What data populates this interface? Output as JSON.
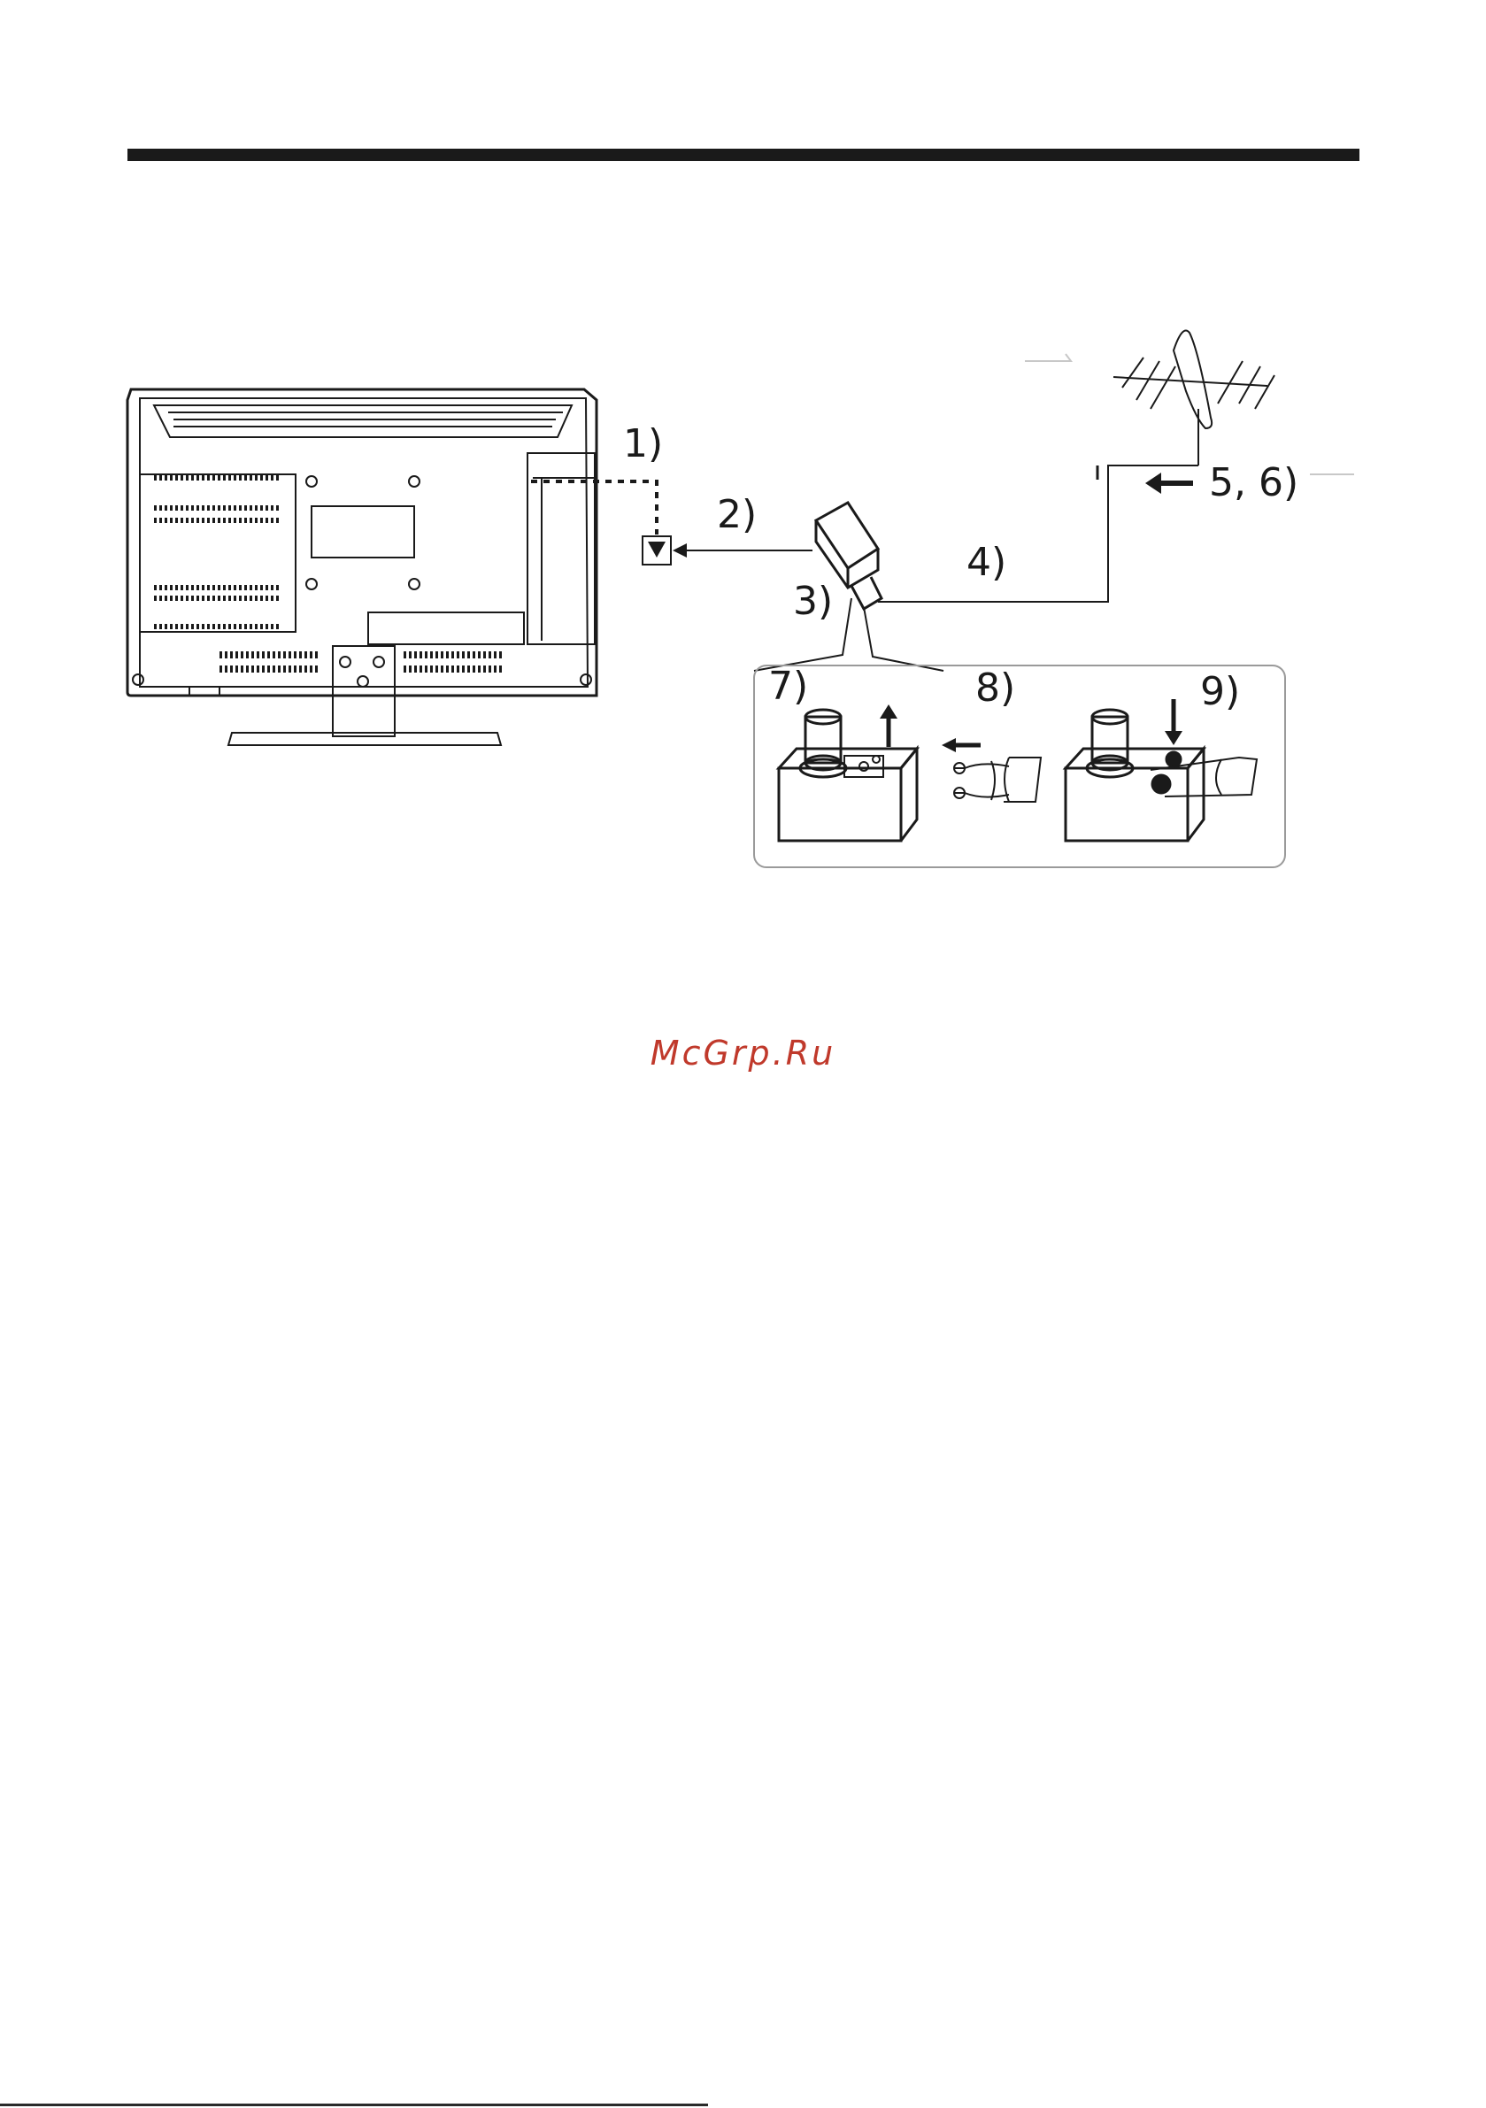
{
  "labels": {
    "step1": "1)",
    "step2": "2)",
    "step3": "3)",
    "step4": "4)",
    "step56": "5, 6)",
    "step7": "7)",
    "step8": "8)",
    "step9": "9)"
  },
  "watermark": "McGrp.Ru",
  "colors": {
    "ink": "#1a1a1a",
    "watermark": "#c0392b"
  }
}
